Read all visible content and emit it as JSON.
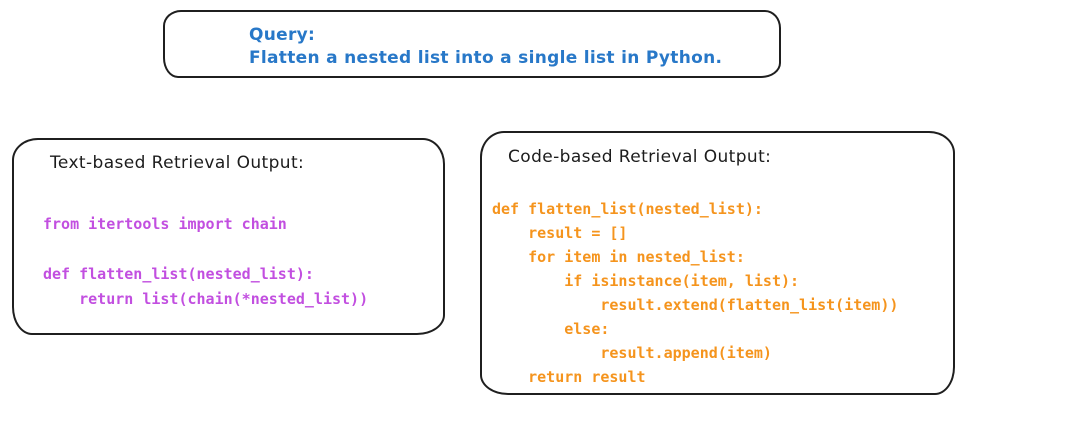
{
  "colors": {
    "query_text": "#2878C8",
    "text_retrieval_code": "#C24FE0",
    "code_retrieval_code": "#F5941D",
    "box_border": "#1f1f1f",
    "title_text": "#1c1c1c",
    "background": "#ffffff"
  },
  "query_box": {
    "label": "Query:",
    "text": "Flatten a nested list into a single list in Python."
  },
  "text_retrieval_box": {
    "title": "Text-based Retrieval Output:",
    "code": "from itertools import chain\n\ndef flatten_list(nested_list):\n    return list(chain(*nested_list))"
  },
  "code_retrieval_box": {
    "title": "Code-based Retrieval Output:",
    "code": "def flatten_list(nested_list):\n    result = []\n    for item in nested_list:\n        if isinstance(item, list):\n            result.extend(flatten_list(item))\n        else:\n            result.append(item)\n    return result"
  }
}
